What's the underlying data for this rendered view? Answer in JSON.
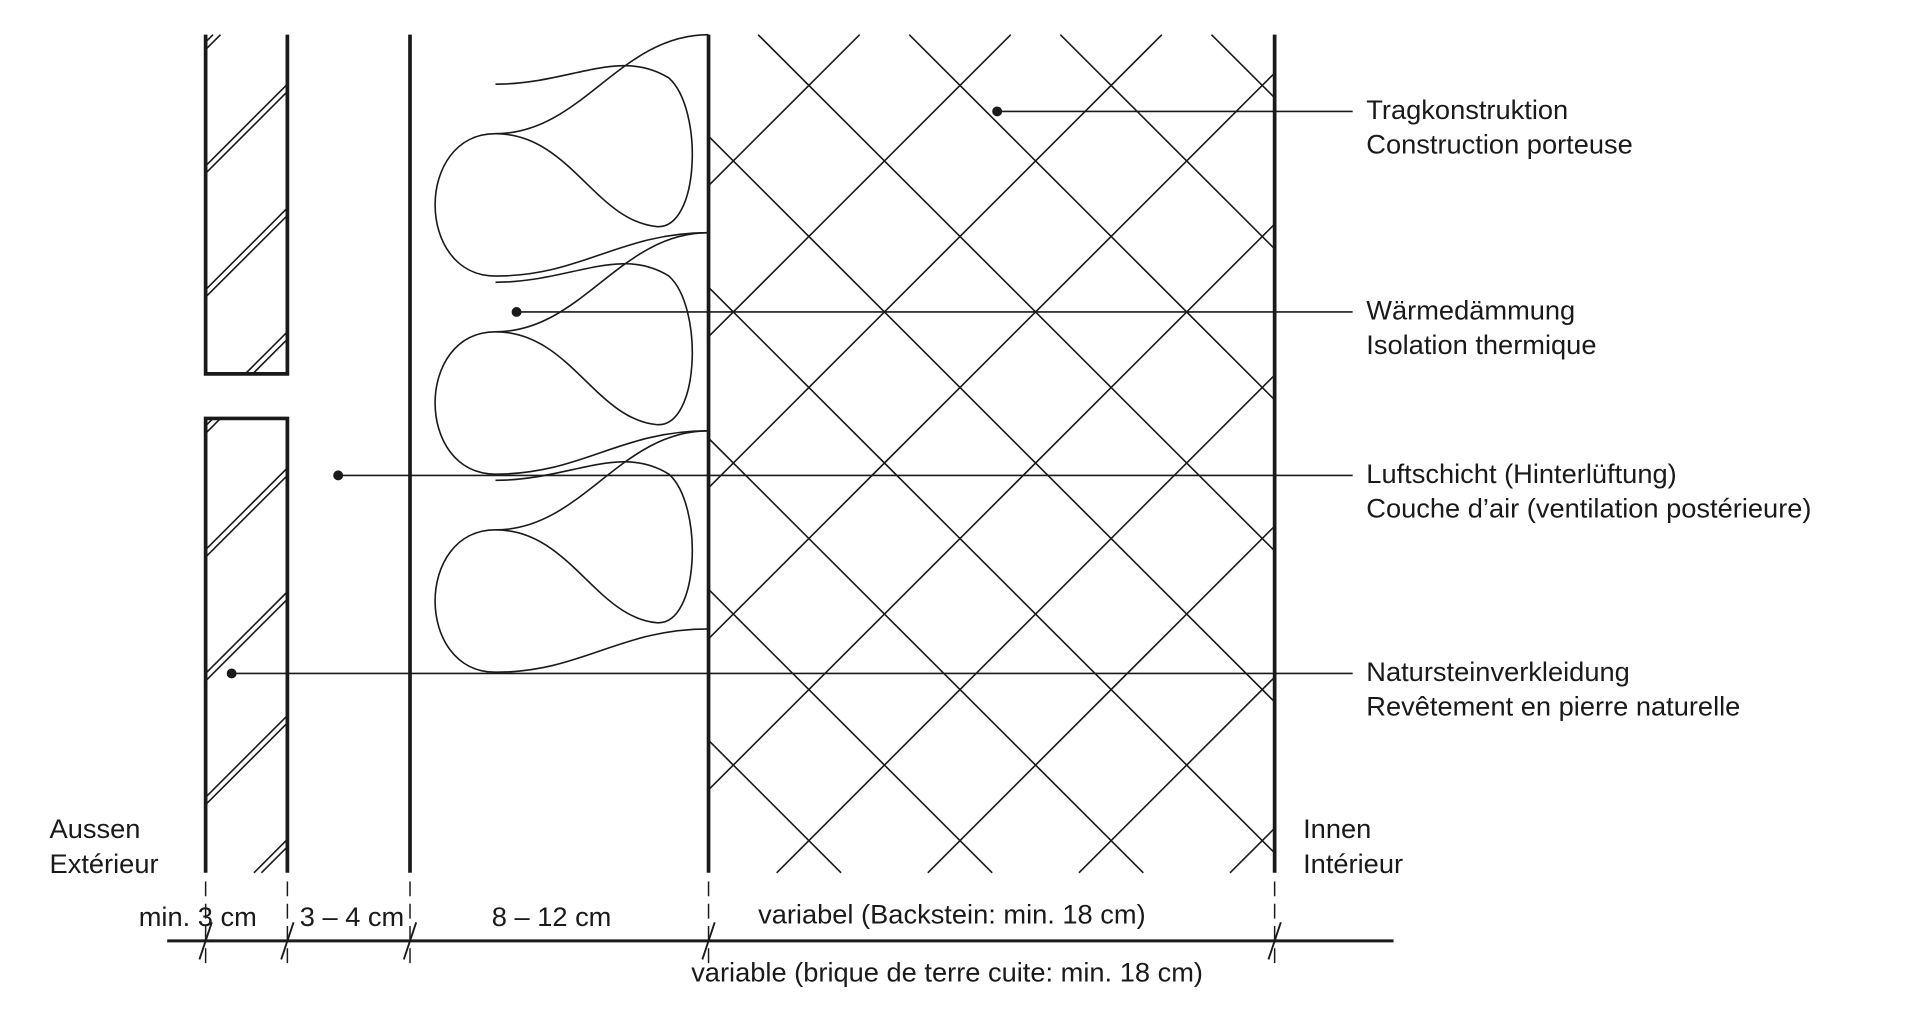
{
  "labels": {
    "structure": {
      "de": "Tragkonstruktion",
      "fr": "Construction porteuse"
    },
    "insulation": {
      "de": "Wärmedämmung",
      "fr": "Isolation thermique"
    },
    "air_layer": {
      "de": "Luftschicht (Hinterlüftung)",
      "fr": "Couche d’air (ventilation postérieure)"
    },
    "cladding": {
      "de": "Natursteinverkleidung",
      "fr": "Revêtement en pierre naturelle"
    }
  },
  "sides": {
    "outside": {
      "de": "Aussen",
      "fr": "Extérieur"
    },
    "inside": {
      "de": "Innen",
      "fr": "Intérieur"
    }
  },
  "dimensions": {
    "cladding": "min. 3 cm",
    "air": "3 – 4 cm",
    "insulation": "8 – 12 cm",
    "structure_de": "variabel (Backstein: min. 18 cm)",
    "structure_fr": "variable (brique de terre cuite: min. 18 cm)"
  }
}
